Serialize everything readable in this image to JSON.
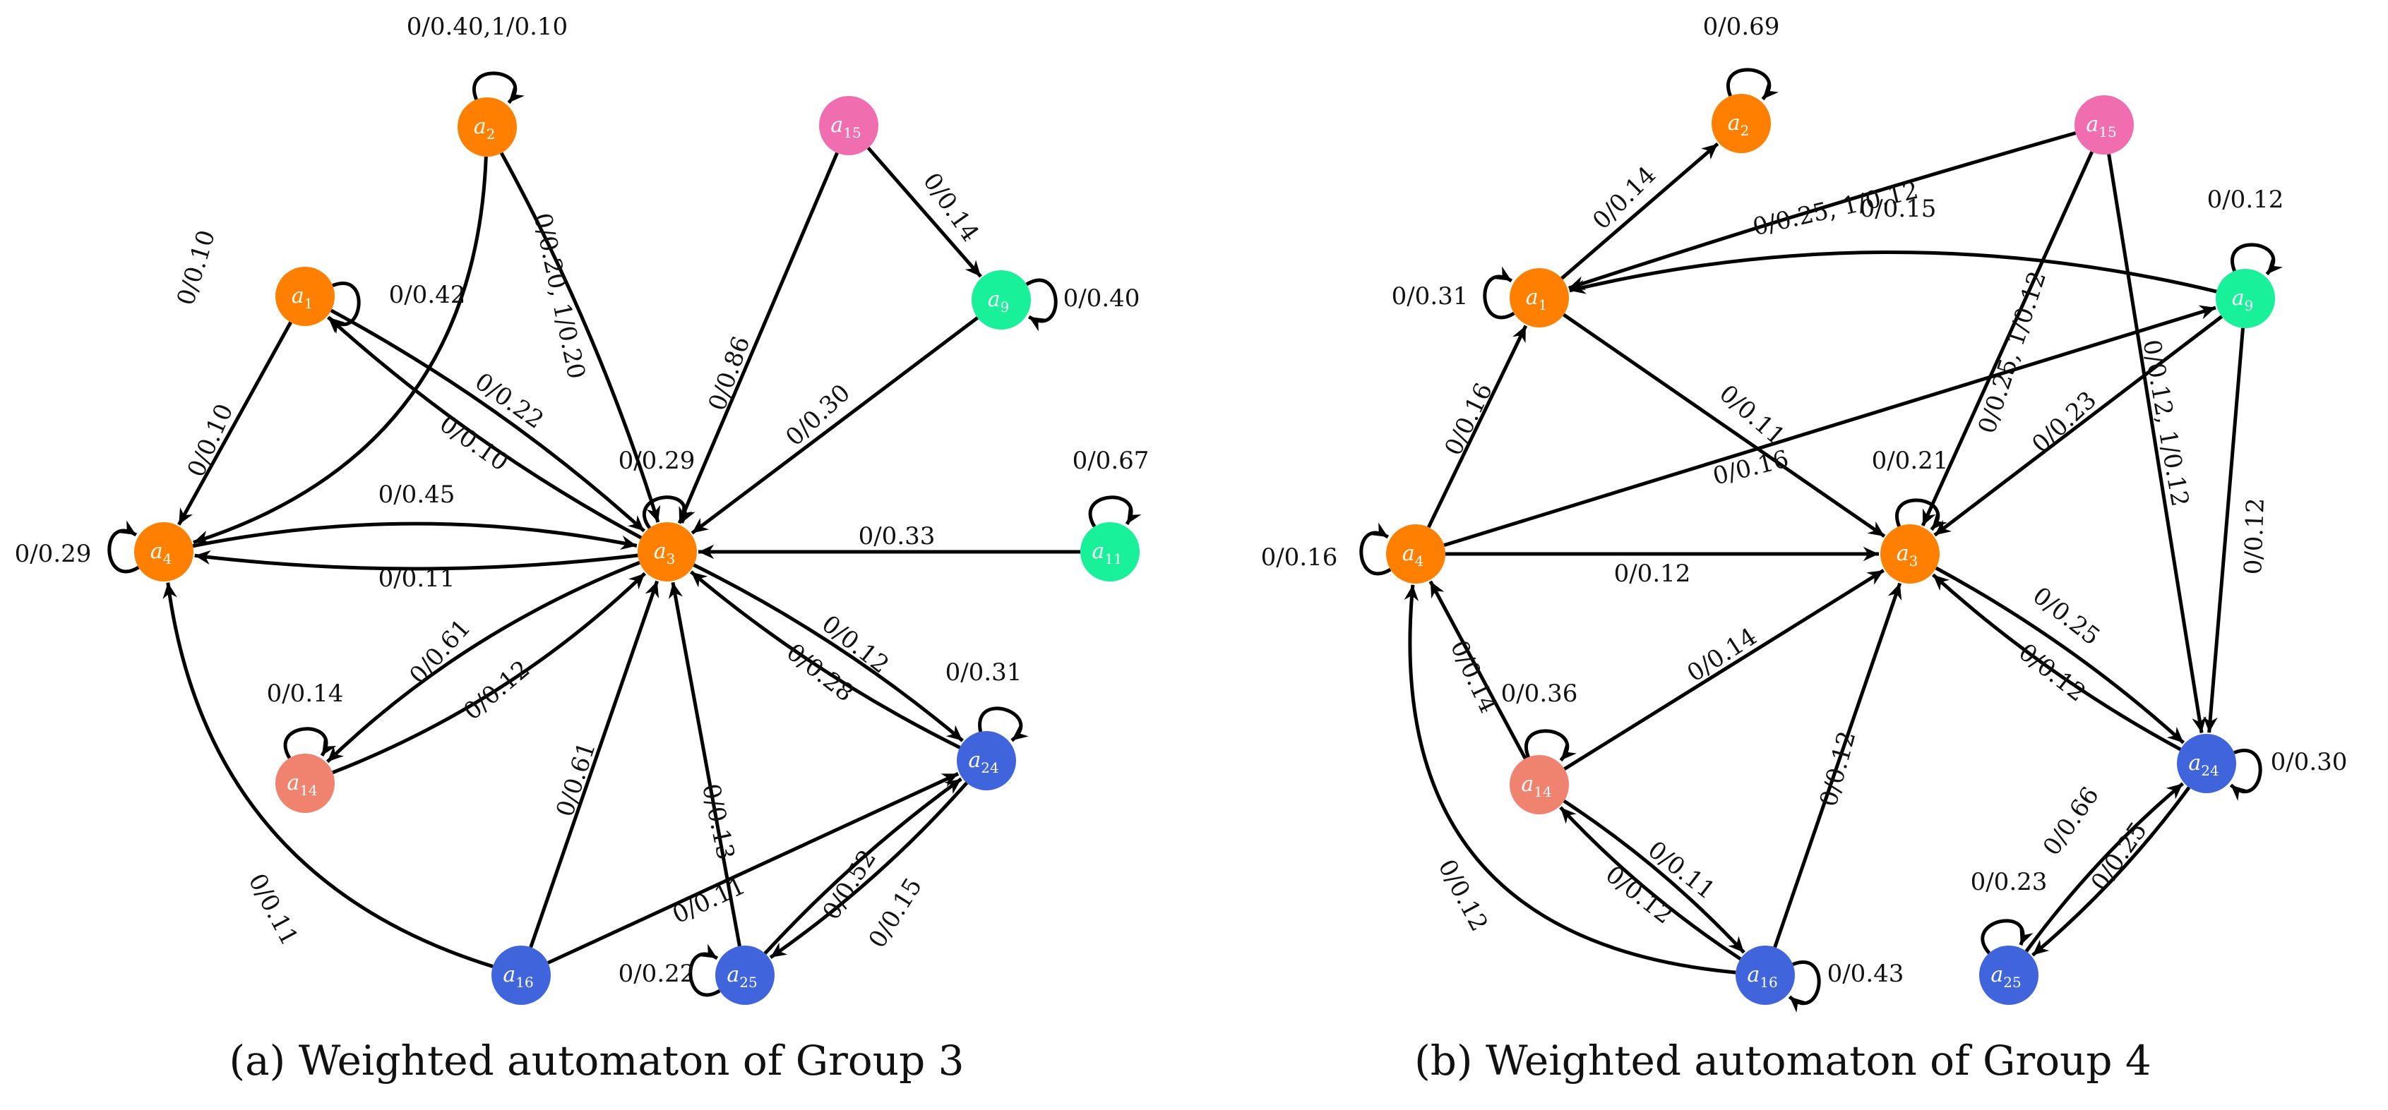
{
  "colors": {
    "orange": "#FF8000",
    "pink": "#F06EB0",
    "green": "#19F09A",
    "salmon": "#F08270",
    "blue": "#3F64DC",
    "edge": "#000000"
  },
  "diagrams": [
    {
      "caption": "(a) Weighted automaton of Group 3",
      "nodes": [
        {
          "id": "a2",
          "label": "a",
          "sub": "2",
          "color": "orange"
        },
        {
          "id": "a15",
          "label": "a",
          "sub": "15",
          "color": "pink"
        },
        {
          "id": "a1",
          "label": "a",
          "sub": "1",
          "color": "orange"
        },
        {
          "id": "a9",
          "label": "a",
          "sub": "9",
          "color": "green"
        },
        {
          "id": "a4",
          "label": "a",
          "sub": "4",
          "color": "orange"
        },
        {
          "id": "a3",
          "label": "a",
          "sub": "3",
          "color": "orange"
        },
        {
          "id": "a11",
          "label": "a",
          "sub": "11",
          "color": "green"
        },
        {
          "id": "a14",
          "label": "a",
          "sub": "14",
          "color": "salmon"
        },
        {
          "id": "a24",
          "label": "a",
          "sub": "24",
          "color": "blue"
        },
        {
          "id": "a16",
          "label": "a",
          "sub": "16",
          "color": "blue"
        },
        {
          "id": "a25",
          "label": "a",
          "sub": "25",
          "color": "blue"
        }
      ],
      "edges": [
        {
          "from": "a2",
          "to": "a2",
          "label": "0/0.40,1/0.10"
        },
        {
          "from": "a2",
          "to": "a4",
          "label": "0/0.10"
        },
        {
          "from": "a2",
          "to": "a3",
          "label": "0/0.20, 1/0.20"
        },
        {
          "from": "a1",
          "to": "a1",
          "label": "0/0.42"
        },
        {
          "from": "a1",
          "to": "a4",
          "label": "0/0.10"
        },
        {
          "from": "a1",
          "to": "a3",
          "label": "0/0.22"
        },
        {
          "from": "a3",
          "to": "a1",
          "label": "0/0.10"
        },
        {
          "from": "a15",
          "to": "a3",
          "label": "0/0.86"
        },
        {
          "from": "a15",
          "to": "a9",
          "label": "0/0.14"
        },
        {
          "from": "a9",
          "to": "a9",
          "label": "0/0.40"
        },
        {
          "from": "a9",
          "to": "a3",
          "label": "0/0.30"
        },
        {
          "from": "a11",
          "to": "a11",
          "label": "0/0.67"
        },
        {
          "from": "a11",
          "to": "a3",
          "label": "0/0.33"
        },
        {
          "from": "a3",
          "to": "a3",
          "label": "0/0.29"
        },
        {
          "from": "a4",
          "to": "a4",
          "label": "0/0.29"
        },
        {
          "from": "a4",
          "to": "a3",
          "label": "0/0.45"
        },
        {
          "from": "a3",
          "to": "a4",
          "label": "0/0.11"
        },
        {
          "from": "a14",
          "to": "a14",
          "label": "0/0.14"
        },
        {
          "from": "a14",
          "to": "a3",
          "label": "0/0.61"
        },
        {
          "from": "a3",
          "to": "a14",
          "label": "0/0.12"
        },
        {
          "from": "a3",
          "to": "a24",
          "label": "0/0.12"
        },
        {
          "from": "a24",
          "to": "a3",
          "label": "0/0.28"
        },
        {
          "from": "a24",
          "to": "a24",
          "label": "0/0.31"
        },
        {
          "from": "a16",
          "to": "a3",
          "label": "0/0.61"
        },
        {
          "from": "a16",
          "to": "a4",
          "label": "0/0.11"
        },
        {
          "from": "a16",
          "to": "a24",
          "label": "0/0.11"
        },
        {
          "from": "a25",
          "to": "a3",
          "label": "0/0.13"
        },
        {
          "from": "a25",
          "to": "a24",
          "label": "0/0.52"
        },
        {
          "from": "a24",
          "to": "a25",
          "label": "0/0.15"
        },
        {
          "from": "a25",
          "to": "a25",
          "label": "0/0.22"
        }
      ]
    },
    {
      "caption": "(b) Weighted automaton of Group 4",
      "nodes": [
        {
          "id": "a2",
          "label": "a",
          "sub": "2",
          "color": "orange"
        },
        {
          "id": "a15",
          "label": "a",
          "sub": "15",
          "color": "pink"
        },
        {
          "id": "a1",
          "label": "a",
          "sub": "1",
          "color": "orange"
        },
        {
          "id": "a9",
          "label": "a",
          "sub": "9",
          "color": "green"
        },
        {
          "id": "a4",
          "label": "a",
          "sub": "4",
          "color": "orange"
        },
        {
          "id": "a3",
          "label": "a",
          "sub": "3",
          "color": "orange"
        },
        {
          "id": "a14",
          "label": "a",
          "sub": "14",
          "color": "salmon"
        },
        {
          "id": "a24",
          "label": "a",
          "sub": "24",
          "color": "blue"
        },
        {
          "id": "a16",
          "label": "a",
          "sub": "16",
          "color": "blue"
        },
        {
          "id": "a25",
          "label": "a",
          "sub": "25",
          "color": "blue"
        }
      ],
      "edges": [
        {
          "from": "a2",
          "to": "a2",
          "label": "0/0.69"
        },
        {
          "from": "a1",
          "to": "a2",
          "label": "0/0.14"
        },
        {
          "from": "a1",
          "to": "a1",
          "label": "0/0.31"
        },
        {
          "from": "a15",
          "to": "a1",
          "label": "0/0.25, 1/0.12"
        },
        {
          "from": "a9",
          "to": "a1",
          "label": "0/0.15"
        },
        {
          "from": "a9",
          "to": "a9",
          "label": "0/0.12"
        },
        {
          "from": "a15",
          "to": "a3",
          "label": "0/0.25, 1/0.12"
        },
        {
          "from": "a15",
          "to": "a24",
          "label": "0/0.12, 1/0.12"
        },
        {
          "from": "a9",
          "to": "a24",
          "label": "0/0.12"
        },
        {
          "from": "a9",
          "to": "a3",
          "label": "0/0.23"
        },
        {
          "from": "a1",
          "to": "a3",
          "label": "0/0.11"
        },
        {
          "from": "a4",
          "to": "a1",
          "label": "0/0.16"
        },
        {
          "from": "a4",
          "to": "a9",
          "label": "0/0.16"
        },
        {
          "from": "a3",
          "to": "a3",
          "label": "0/0.21"
        },
        {
          "from": "a4",
          "to": "a4",
          "label": "0/0.16"
        },
        {
          "from": "a4",
          "to": "a3",
          "label": "0/0.12"
        },
        {
          "from": "a14",
          "to": "a4",
          "label": "0/0.14"
        },
        {
          "from": "a14",
          "to": "a14",
          "label": "0/0.36"
        },
        {
          "from": "a14",
          "to": "a3",
          "label": "0/0.14"
        },
        {
          "from": "a16",
          "to": "a3",
          "label": "0/0.12"
        },
        {
          "from": "a3",
          "to": "a24",
          "label": "0/0.25"
        },
        {
          "from": "a24",
          "to": "a3",
          "label": "0/0.12"
        },
        {
          "from": "a24",
          "to": "a24",
          "label": "0/0.30"
        },
        {
          "from": "a14",
          "to": "a16",
          "label": "0/0.11"
        },
        {
          "from": "a16",
          "to": "a14",
          "label": "0/0.12"
        },
        {
          "from": "a16",
          "to": "a4",
          "label": "0/0.12"
        },
        {
          "from": "a16",
          "to": "a16",
          "label": "0/0.43"
        },
        {
          "from": "a25",
          "to": "a24",
          "label": "0/0.66"
        },
        {
          "from": "a24",
          "to": "a25",
          "label": "0/0.25"
        },
        {
          "from": "a25",
          "to": "a25",
          "label": "0/0.23"
        }
      ]
    }
  ]
}
